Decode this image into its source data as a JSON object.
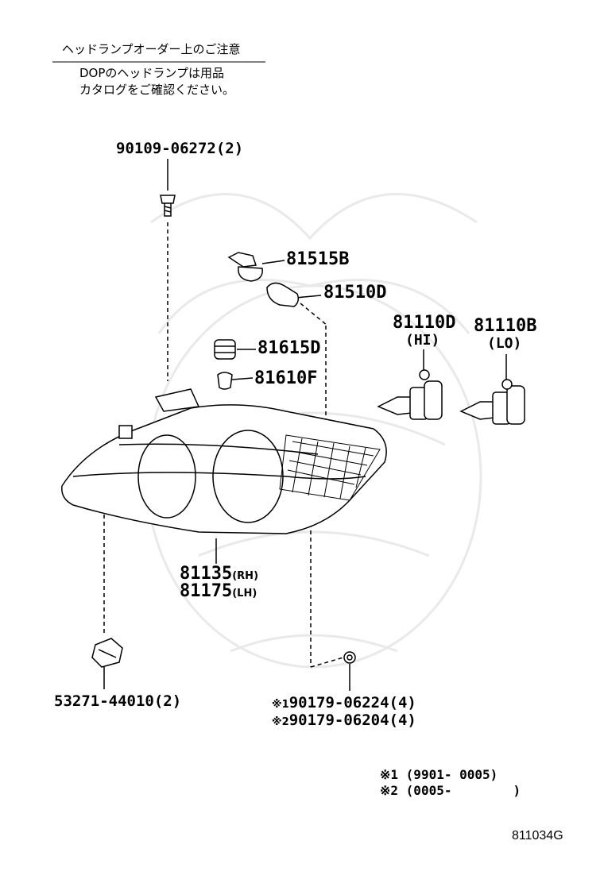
{
  "notice": {
    "heading": "ヘッドランプオーダー上のご注意",
    "line1": "DOPのヘッドランプは用品",
    "line2": "カタログをご確認ください。"
  },
  "parts": {
    "bolt": "90109-06272(2)",
    "bulb_81515b": "81515B",
    "bulb_81510d": "81510D",
    "socket_81615d": "81615D",
    "bulb_81610f": "81610F",
    "hi_bulb": "81110D",
    "hi_label": "(HI)",
    "lo_bulb": "81110B",
    "lo_label": "(LO)",
    "lamp_rh_number": "81135",
    "lamp_rh_suffix": "(RH)",
    "lamp_lh_number": "81175",
    "lamp_lh_suffix": "(LH)",
    "clip": "53271-44010(2)",
    "nut_mark1": "※1",
    "nut1": "90179-06224(4)",
    "nut_mark2": "※2",
    "nut2": "90179-06204(4)"
  },
  "footnotes": {
    "f1": "※1 (9901- 0005)",
    "f2": "※2 (0005-        )"
  },
  "diagram_code": "811034G"
}
